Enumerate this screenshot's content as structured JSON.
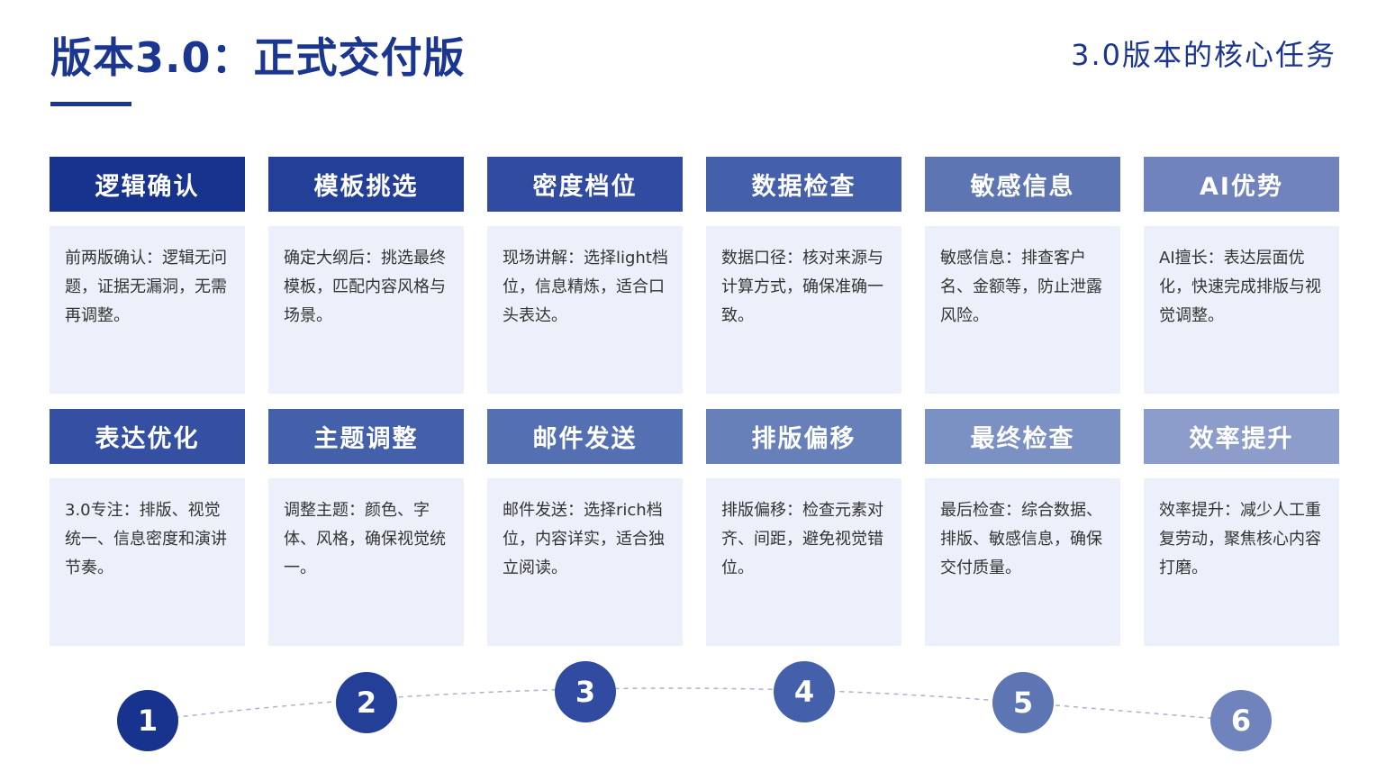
{
  "header": {
    "title": "版本3.0：正式交付版",
    "subtitle": "3.0版本的核心任务"
  },
  "cards": [
    {
      "title": "逻辑确认",
      "body": "前两版确认：逻辑无问题，证据无漏洞，无需再调整。",
      "color": "#18338e"
    },
    {
      "title": "模板挑选",
      "body": "确定大纲后：挑选最终模板，匹配内容风格与场景。",
      "color": "#243f98"
    },
    {
      "title": "密度档位",
      "body": "现场讲解：选择light档位，信息精炼，适合口头表达。",
      "color": "#304ba0"
    },
    {
      "title": "数据检查",
      "body": "数据口径：核对来源与计算方式，确保准确一致。",
      "color": "#4560aa"
    },
    {
      "title": "敏感信息",
      "body": "敏感信息：排查客户名、金额等，防止泄露风险。",
      "color": "#5d75b3"
    },
    {
      "title": "AI优势",
      "body": "AI擅长：表达层面优化，快速完成排版与视觉调整。",
      "color": "#7083bc"
    },
    {
      "title": "表达优化",
      "body": "3.0专注：排版、视觉统一、信息密度和演讲节奏。",
      "color": "#3550a3"
    },
    {
      "title": "主题调整",
      "body": "调整主题：颜色、字体、风格，确保视觉统一。",
      "color": "#4560aa"
    },
    {
      "title": "邮件发送",
      "body": "邮件发送：选择rich档位，内容详实，适合独立阅读。",
      "color": "#5570b2"
    },
    {
      "title": "排版偏移",
      "body": "排版偏移：检查元素对齐、间距，避免视觉错位。",
      "color": "#6780ba"
    },
    {
      "title": "最终检查",
      "body": "最后检查：综合数据、排版、敏感信息，确保交付质量。",
      "color": "#7b90c3"
    },
    {
      "title": "效率提升",
      "body": "效率提升：减少人工重复劳动，聚焦核心内容打磨。",
      "color": "#8c9dcb"
    }
  ],
  "steps": [
    {
      "label": "1",
      "color": "#18338e"
    },
    {
      "label": "2",
      "color": "#243f98"
    },
    {
      "label": "3",
      "color": "#304ba0"
    },
    {
      "label": "4",
      "color": "#4560aa"
    },
    {
      "label": "5",
      "color": "#5d75b3"
    },
    {
      "label": "6",
      "color": "#7083bc"
    }
  ]
}
